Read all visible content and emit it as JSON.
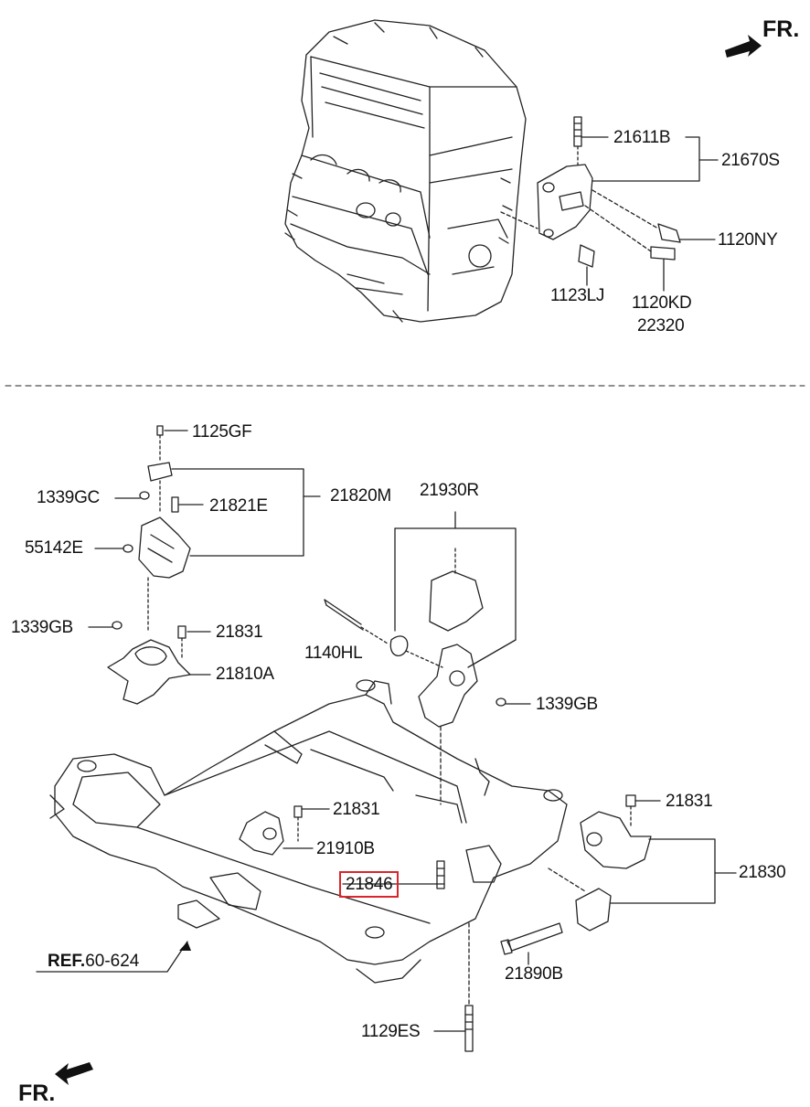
{
  "direction_labels": {
    "top": "FR.",
    "bottom": "FR."
  },
  "highlight_color": "#d9252b",
  "reference": {
    "prefix": "REF.",
    "value": "60-624"
  },
  "parts": {
    "p21611B": "21611B",
    "p21670S": "21670S",
    "p1120NY": "1120NY",
    "p1123LJ": "1123LJ",
    "p1120KD": "1120KD",
    "p22320": "22320",
    "p1125GF": "1125GF",
    "p1339GC": "1339GC",
    "p21821E": "21821E",
    "p21820M": "21820M",
    "p55142E": "55142E",
    "p21930R": "21930R",
    "p1339GB_a": "1339GB",
    "p21831_a": "21831",
    "p1140HL": "1140HL",
    "p21810A": "21810A",
    "p1339GB_b": "1339GB",
    "p21831_b": "21831",
    "p21831_c": "21831",
    "p21910B": "21910B",
    "p21846": "21846",
    "p21830": "21830",
    "p21890B": "21890B",
    "p1129ES": "1129ES"
  },
  "highlighted_part": "21846"
}
